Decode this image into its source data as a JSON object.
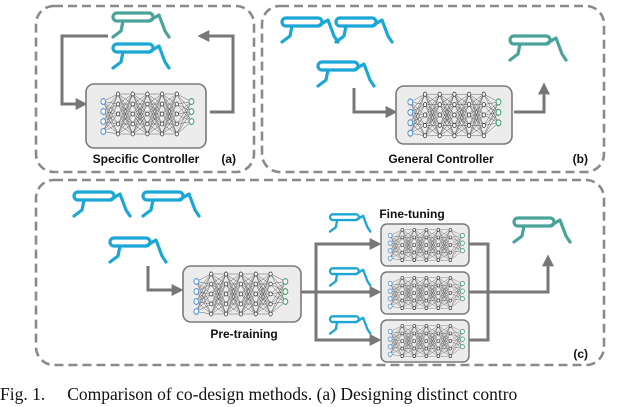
{
  "colors": {
    "robot_blue": "#1ba7d6",
    "robot_green": "#4aa39a",
    "panel_border": "#8a8a8a",
    "box_fill": "#ececec",
    "box_border": "#7a7a7a",
    "arrow": "#777777",
    "node_blue": "#4a90d9",
    "node_green": "#3aa066"
  },
  "panels": {
    "a": {
      "label": "(a)",
      "controller": "Specific Controller"
    },
    "b": {
      "label": "(b)",
      "controller": "General Controller"
    },
    "c": {
      "label": "(c)",
      "pretrain": "Pre-training",
      "finetune": "Fine-tuning"
    }
  },
  "caption": {
    "fig": "Fig. 1.",
    "text": "Comparison of co-design methods. (a) Designing distinct contro"
  }
}
